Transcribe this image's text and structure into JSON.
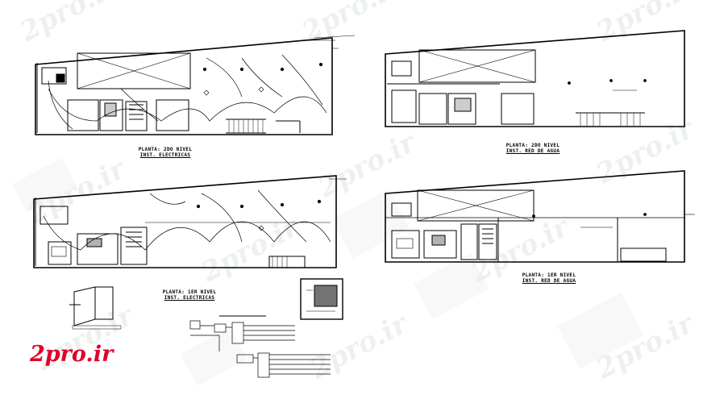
{
  "watermark": {
    "text": "2pro.ir"
  },
  "logo": {
    "text": "2pro.ir",
    "color": "#e0002a"
  },
  "plans": [
    {
      "title": "PLANTA: 2DO NIVEL",
      "subtitle": "INST. ELECTRICAS"
    },
    {
      "title": "PLANTA: 2DO NIVEL",
      "subtitle": "INST. RED DE AGUA"
    },
    {
      "title": "PLANTA: 1ER NIVEL",
      "subtitle": "INST. ELECTRICAS"
    },
    {
      "title": "PLANTA: 1ER NIVEL",
      "subtitle": "INST. RED DE AGUA"
    }
  ],
  "colors": {
    "line": "#000000",
    "background": "#ffffff",
    "watermark": "#dfe7df"
  }
}
